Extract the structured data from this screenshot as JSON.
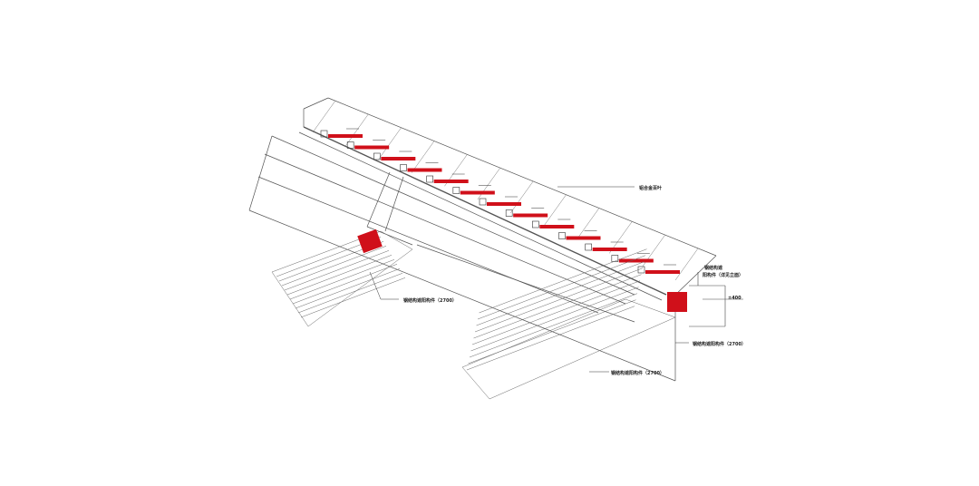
{
  "labels": {
    "louver": "铝合金百叶",
    "left_member": "钢结构遮阳构件（2700）",
    "right_top_1": "钢结构遮",
    "right_top_2": "阳构件（详见立面）",
    "right_member": "钢结构遮阳构件（2700）",
    "bottom_member": "钢结构遮阳构件（2700）",
    "dim": "±400"
  },
  "colors": {
    "accent": "#d0101a",
    "line": "#444444"
  },
  "louver_count": 13
}
